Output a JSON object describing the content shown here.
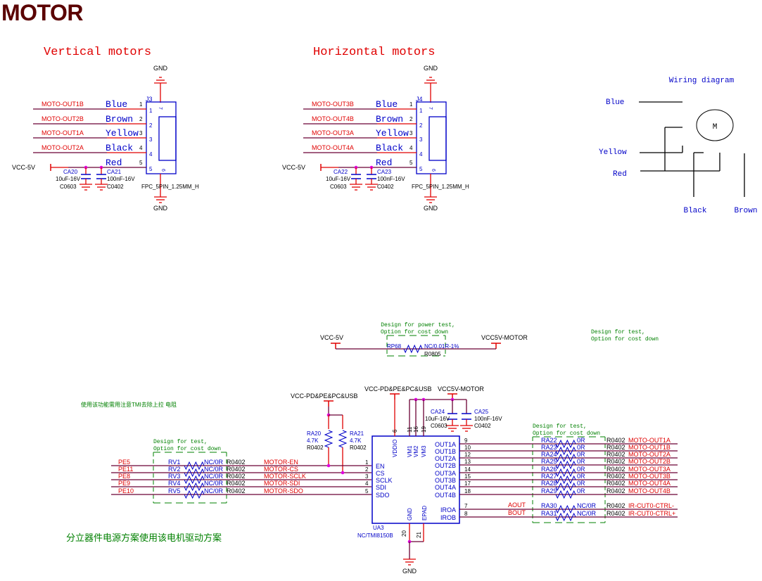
{
  "title": "MOTOR",
  "colors": {
    "wire": "#6b0034",
    "pin": "#e00000",
    "part": "#0000c8",
    "net": "#e00000",
    "note": "#008000",
    "junction": "#e000e0",
    "text": "#000000",
    "heading": "#5a0000"
  },
  "vertical": {
    "heading": "Vertical motors",
    "connector": {
      "ref": "J3",
      "footprint": "FPC_5PIN_1.25MM_H",
      "gnd_top": "GND",
      "gnd_bottom": "GND"
    },
    "nets": [
      "MOTO-OUT1B",
      "MOTO-OUT2B",
      "MOTO-OUT1A",
      "MOTO-OUT2A"
    ],
    "wire_colors": [
      "Blue",
      "Brown",
      "Yellow",
      "Black",
      "Red"
    ],
    "pins": [
      "1",
      "2",
      "3",
      "4",
      "5",
      "6",
      "7"
    ],
    "power": "VCC-5V",
    "caps": [
      {
        "ref": "CA20",
        "value": "10uF-16V",
        "pkg": "C0603"
      },
      {
        "ref": "CA21",
        "value": "100nF-16V",
        "pkg": "C0402"
      }
    ]
  },
  "horizontal": {
    "heading": "Horizontal motors",
    "connector": {
      "ref": "J4",
      "footprint": "FPC_5PIN_1.25MM_H",
      "gnd_top": "GND",
      "gnd_bottom": "GND"
    },
    "nets": [
      "MOTO-OUT3B",
      "MOTO-OUT4B",
      "MOTO-OUT3A",
      "MOTO-OUT4A"
    ],
    "wire_colors": [
      "Blue",
      "Brown",
      "Yellow",
      "Black",
      "Red"
    ],
    "pins": [
      "1",
      "2",
      "3",
      "4",
      "5",
      "6",
      "7"
    ],
    "power": "VCC-5V",
    "caps": [
      {
        "ref": "CA22",
        "value": "10uF-16V",
        "pkg": "C0603"
      },
      {
        "ref": "CA23",
        "value": "100nF-16V",
        "pkg": "C0402"
      }
    ]
  },
  "wiring": {
    "title": "Wiring diagram",
    "motor": "M",
    "labels": {
      "blue": "Blue",
      "yellow": "Yellow",
      "red": "Red",
      "black": "Black",
      "brown": "Brown"
    }
  },
  "power_test": {
    "note1": "Design for power test,",
    "note2": "Option for cost down",
    "left_net": "VCC-5V",
    "right_net": "VCC5V-MOTOR",
    "ref": "RP68",
    "value": "NC/0.01R-1%",
    "pkg": "R0805"
  },
  "test_note_right": {
    "line1": "Design for test,",
    "line2": "Option for cost down"
  },
  "cn_note_top": "使用该功能需用注意TMI去除上拉 电阻",
  "cn_note_bottom": "分立器件电源方案使用该电机驱动方案",
  "pullups": {
    "net": "VCC-PD&PE&PC&USB",
    "r": [
      {
        "ref": "RA20",
        "value": "4.7K",
        "pkg": "R0402"
      },
      {
        "ref": "RA21",
        "value": "4.7K",
        "pkg": "R0402"
      }
    ]
  },
  "input_test": {
    "line1": "Design for test,",
    "line2": "Option for cost down"
  },
  "inputs": [
    {
      "port": "PE5",
      "ref": "RV1",
      "value": "NC/0R",
      "pkg": "R0402",
      "net": "MOTOR-EN",
      "pin": "1"
    },
    {
      "port": "PE11",
      "ref": "RV2",
      "value": "NC/0R",
      "pkg": "R0402",
      "net": "MOTOR-CS",
      "pin": "2"
    },
    {
      "port": "PE8",
      "ref": "RV3",
      "value": "NC/0R",
      "pkg": "R0402",
      "net": "MOTOR-SCLK",
      "pin": "3"
    },
    {
      "port": "PE9",
      "ref": "RV4",
      "value": "NC/0R",
      "pkg": "R0402",
      "net": "MOTOR-SDI",
      "pin": "4"
    },
    {
      "port": "PE10",
      "ref": "RV5",
      "value": "NC/0R",
      "pkg": "R0402",
      "net": "MOTOR-SDO",
      "pin": "5"
    }
  ],
  "ic": {
    "ref": "UA3",
    "part": "NC/TMI8150B",
    "supply_left": "VCC-PD&PE&PC&USB",
    "supply_right": "VCC5V-MOTOR",
    "top_pins": [
      {
        "name": "VDDIO",
        "num": "6"
      },
      {
        "name": "VM1",
        "num": "11"
      },
      {
        "name": "VM2",
        "num": "16"
      },
      {
        "name": "VM3",
        "num": "19"
      }
    ],
    "left_pins": [
      "EN",
      "CS",
      "SCLK",
      "SDI",
      "SDO"
    ],
    "right_pins": [
      {
        "name": "OUT1A",
        "num": "9"
      },
      {
        "name": "OUT1B",
        "num": "10"
      },
      {
        "name": "OUT2A",
        "num": "12"
      },
      {
        "name": "OUT2B",
        "num": "13"
      },
      {
        "name": "OUT3A",
        "num": "14"
      },
      {
        "name": "OUT3B",
        "num": "15"
      },
      {
        "name": "OUT4A",
        "num": "17"
      },
      {
        "name": "OUT4B",
        "num": "18"
      },
      {
        "name": "IROA",
        "num": "7"
      },
      {
        "name": "IROB",
        "num": "8"
      }
    ],
    "bottom_pins": [
      {
        "name": "GND",
        "num": "20"
      },
      {
        "name": "EPAD",
        "num": "21"
      }
    ],
    "gnd": "GND",
    "caps": [
      {
        "ref": "CA24",
        "value": "10uF-16V",
        "pkg": "C0603"
      },
      {
        "ref": "CA25",
        "value": "100nF-16V",
        "pkg": "C0402"
      }
    ]
  },
  "outputs": [
    {
      "ref": "RA22",
      "value": "0R",
      "pkg": "R0402",
      "net": "MOTO-OUT1A"
    },
    {
      "ref": "RA23",
      "value": "0R",
      "pkg": "R0402",
      "net": "MOTO-OUT1B"
    },
    {
      "ref": "RA24",
      "value": "0R",
      "pkg": "R0402",
      "net": "MOTO-OUT2A"
    },
    {
      "ref": "RA25",
      "value": "0R",
      "pkg": "R0402",
      "net": "MOTO-OUT2B"
    },
    {
      "ref": "RA26",
      "value": "0R",
      "pkg": "R0402",
      "net": "MOTO-OUT3A"
    },
    {
      "ref": "RA27",
      "value": "0R",
      "pkg": "R0402",
      "net": "MOTO-OUT3B"
    },
    {
      "ref": "RA28",
      "value": "0R",
      "pkg": "R0402",
      "net": "MOTO-OUT4A"
    },
    {
      "ref": "RA29",
      "value": "0R",
      "pkg": "R0402",
      "net": "MOTO-OUT4B"
    },
    {
      "ref": "RA30",
      "value": "NC/0R",
      "pkg": "R0402",
      "net": "IR-CUT0-CTRL-",
      "src": "AOUT"
    },
    {
      "ref": "RA31",
      "value": "NC/0R",
      "pkg": "R0402",
      "net": "IR-CUT0-CTRL+",
      "src": "BOUT"
    }
  ],
  "output_test": {
    "line1": "Design for test,",
    "line2": "Option for cost down"
  }
}
